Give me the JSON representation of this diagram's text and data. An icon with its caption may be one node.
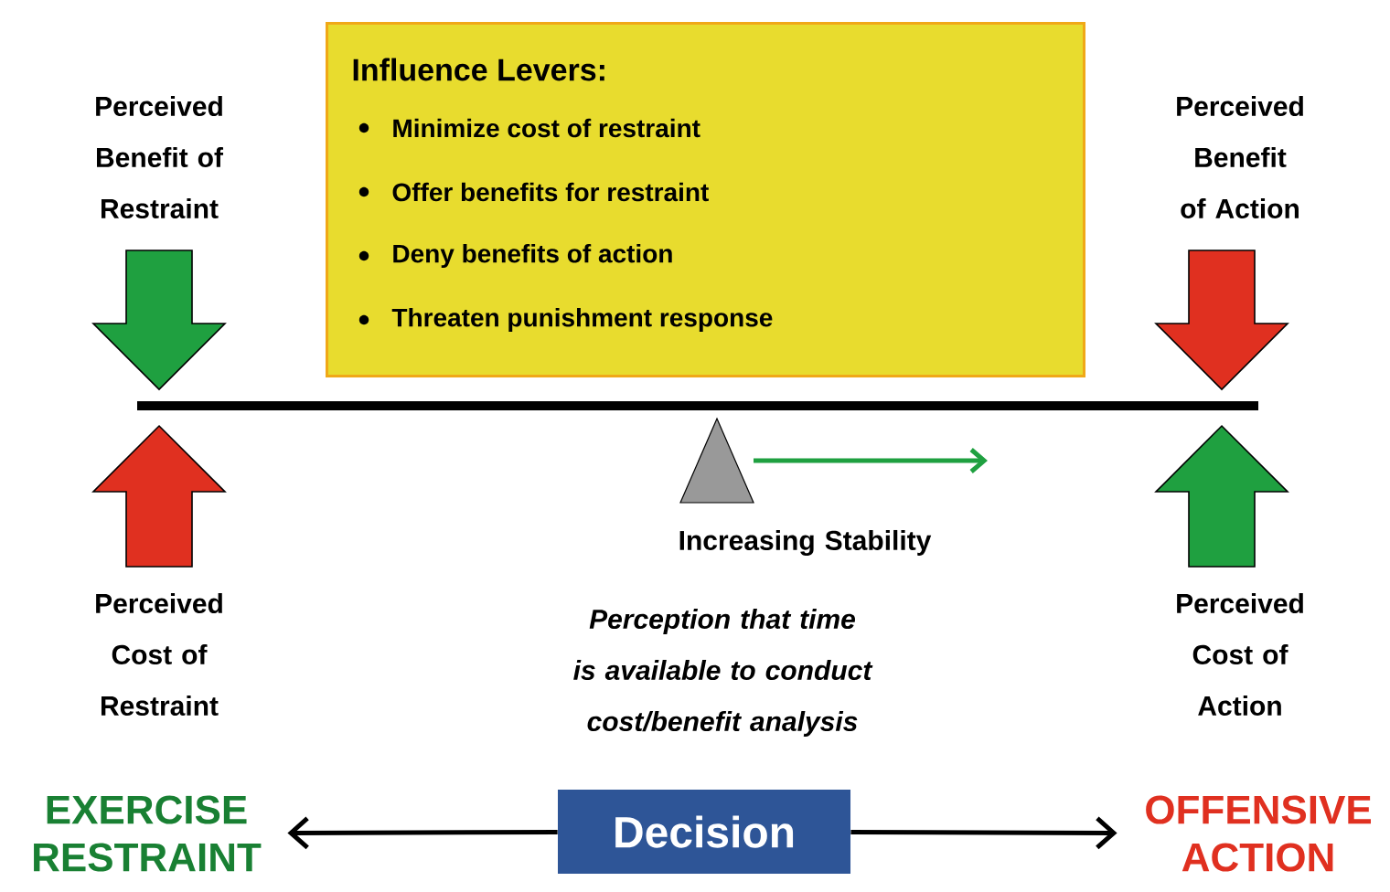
{
  "diagram": {
    "nodes": [
      {
        "text": [
          "Influence Levers:",
          "Minimize cost of restraint",
          "Offer benefits for restraint",
          "Deny benefits of action",
          "Threaten punishment response"
        ]
      },
      {
        "text": [
          "Decision"
        ]
      },
      {
        "text": [
          "EXERCISE RESTRAINT"
        ]
      },
      {
        "text": [
          "OFFENSIVE ACTION"
        ]
      }
    ],
    "edges": [
      {
        "from": 1,
        "to": 2,
        "arrow": "to"
      },
      {
        "from": 1,
        "to": 3,
        "arrow": "to"
      }
    ],
    "labels": [
      "Perceived Benefit of Restraint",
      "Perceived Benefit of Action",
      "Increasing Stability",
      "Perceived Cost of Restraint",
      "Perception that time is available to conduct cost/benefit analysis",
      "Perceived Cost of Action"
    ]
  }
}
